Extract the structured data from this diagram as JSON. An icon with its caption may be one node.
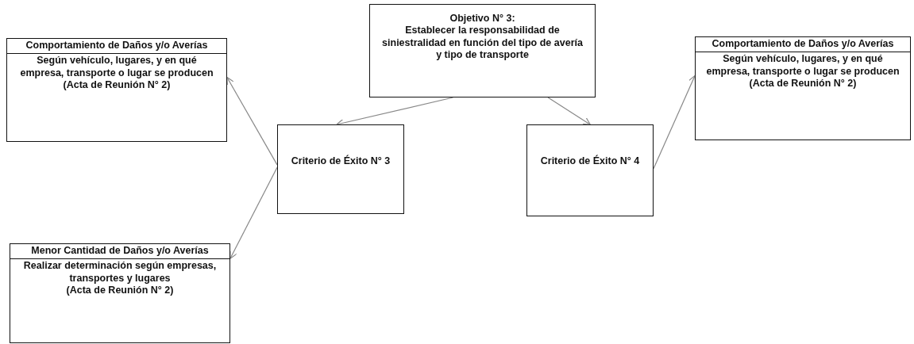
{
  "diagram": {
    "nodes": [
      {
        "text": [
          "Objetivo N° 3:",
          "Establecer la responsabilidad de siniestralidad en función del tipo de avería y tipo de transporte"
        ]
      },
      {
        "text": [
          "Comportamiento de Daños y/o Averías",
          "Según vehículo, lugares, y en qué empresa, transporte o lugar se producen",
          "(Acta de Reunión N° 2)"
        ]
      },
      {
        "text": [
          "Comportamiento de Daños y/o Averías",
          "Según vehículo, lugares, y en qué empresa, transporte o lugar se producen",
          "(Acta de Reunión N° 2)"
        ]
      },
      {
        "text": [
          "Criterio de Éxito N° 3"
        ]
      },
      {
        "text": [
          "Criterio de Éxito N° 4"
        ]
      },
      {
        "text": [
          "Menor Cantidad de Daños y/o Averías",
          "Realizar determinación según empresas, transportes y lugares",
          "(Acta de Reunión N° 2)"
        ]
      }
    ],
    "edges": [
      {
        "from": 0,
        "to": 3,
        "arrow": "to"
      },
      {
        "from": 0,
        "to": 4,
        "arrow": "to"
      },
      {
        "from": 3,
        "to": 1,
        "arrow": "to"
      },
      {
        "from": 3,
        "to": 5,
        "arrow": "to"
      },
      {
        "from": 4,
        "to": 2,
        "arrow": "to"
      }
    ]
  }
}
